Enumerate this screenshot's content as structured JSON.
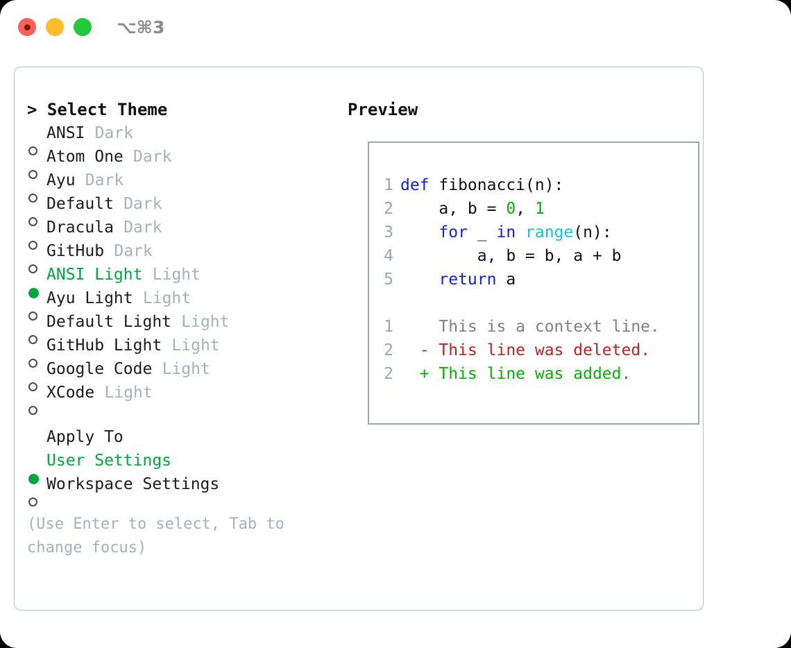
{
  "window": {
    "traffic_lights": [
      {
        "name": "close-button",
        "color": "#ff6059"
      },
      {
        "name": "minimize-button",
        "color": "#ffbd2e"
      },
      {
        "name": "maximize-button",
        "color": "#22c93c"
      }
    ],
    "shortcut_label": "⌥⌘3"
  },
  "theme_selector": {
    "heading": "> Select Theme",
    "items": [
      {
        "bullet": "hollow",
        "name": "ANSI",
        "suffix": "Dark",
        "selected": false
      },
      {
        "bullet": "hollow",
        "name": "Atom One",
        "suffix": "Dark",
        "selected": false
      },
      {
        "bullet": "hollow",
        "name": "Ayu",
        "suffix": "Dark",
        "selected": false
      },
      {
        "bullet": "hollow",
        "name": "Default",
        "suffix": "Dark",
        "selected": false
      },
      {
        "bullet": "hollow",
        "name": "Dracula",
        "suffix": "Dark",
        "selected": false
      },
      {
        "bullet": "hollow",
        "name": "GitHub",
        "suffix": "Dark",
        "selected": false
      },
      {
        "bullet": "filled",
        "name": "ANSI Light",
        "suffix": "Light",
        "selected": true
      },
      {
        "bullet": "hollow",
        "name": "Ayu Light",
        "suffix": "Light",
        "selected": false
      },
      {
        "bullet": "hollow",
        "name": "Default Light",
        "suffix": "Light",
        "selected": false
      },
      {
        "bullet": "hollow",
        "name": "GitHub Light",
        "suffix": "Light",
        "selected": false
      },
      {
        "bullet": "hollow",
        "name": "Google Code",
        "suffix": "Light",
        "selected": false
      },
      {
        "bullet": "hollow",
        "name": "XCode",
        "suffix": "Light",
        "selected": false
      }
    ]
  },
  "apply_to": {
    "label": "Apply To",
    "options": [
      {
        "bullet": "filled",
        "name": "User Settings",
        "selected": true
      },
      {
        "bullet": "hollow",
        "name": "Workspace Settings",
        "selected": false
      }
    ]
  },
  "hint": "(Use Enter to select, Tab to change focus)",
  "preview": {
    "title": "Preview",
    "code_lines": [
      {
        "lineno": "1",
        "tokens": [
          {
            "t": "def",
            "c": "kw"
          },
          {
            "t": " fibonacci(n):",
            "c": "txt"
          }
        ]
      },
      {
        "lineno": "2",
        "tokens": [
          {
            "t": "    a, b = ",
            "c": "txt"
          },
          {
            "t": "0",
            "c": "num"
          },
          {
            "t": ", ",
            "c": "txt"
          },
          {
            "t": "1",
            "c": "num"
          }
        ]
      },
      {
        "lineno": "3",
        "tokens": [
          {
            "t": "    ",
            "c": "txt"
          },
          {
            "t": "for",
            "c": "kw"
          },
          {
            "t": " _ ",
            "c": "txt"
          },
          {
            "t": "in",
            "c": "kw"
          },
          {
            "t": " ",
            "c": "txt"
          },
          {
            "t": "range",
            "c": "fn"
          },
          {
            "t": "(n):",
            "c": "txt"
          }
        ]
      },
      {
        "lineno": "4",
        "tokens": [
          {
            "t": "        a, b = b, a + b",
            "c": "txt"
          }
        ]
      },
      {
        "lineno": "5",
        "tokens": [
          {
            "t": "    ",
            "c": "txt"
          },
          {
            "t": "return",
            "c": "kw"
          },
          {
            "t": " a",
            "c": "txt"
          }
        ]
      }
    ],
    "diff_lines": [
      {
        "lineno": "1",
        "marker": "  ",
        "text": "This is a context line.",
        "kind": "ctx"
      },
      {
        "lineno": "2",
        "marker": "- ",
        "text": "This line was deleted.",
        "kind": "del"
      },
      {
        "lineno": "2",
        "marker": "+ ",
        "text": "This line was added.",
        "kind": "add"
      }
    ]
  },
  "colors": {
    "accent_green": "#00a83c",
    "muted": "#a7b0bc",
    "keyword": "#1020ee",
    "function": "#14c4d4",
    "number": "#00b400",
    "deleted": "#c32020",
    "added": "#00b400",
    "border": "#9aa5b1"
  }
}
